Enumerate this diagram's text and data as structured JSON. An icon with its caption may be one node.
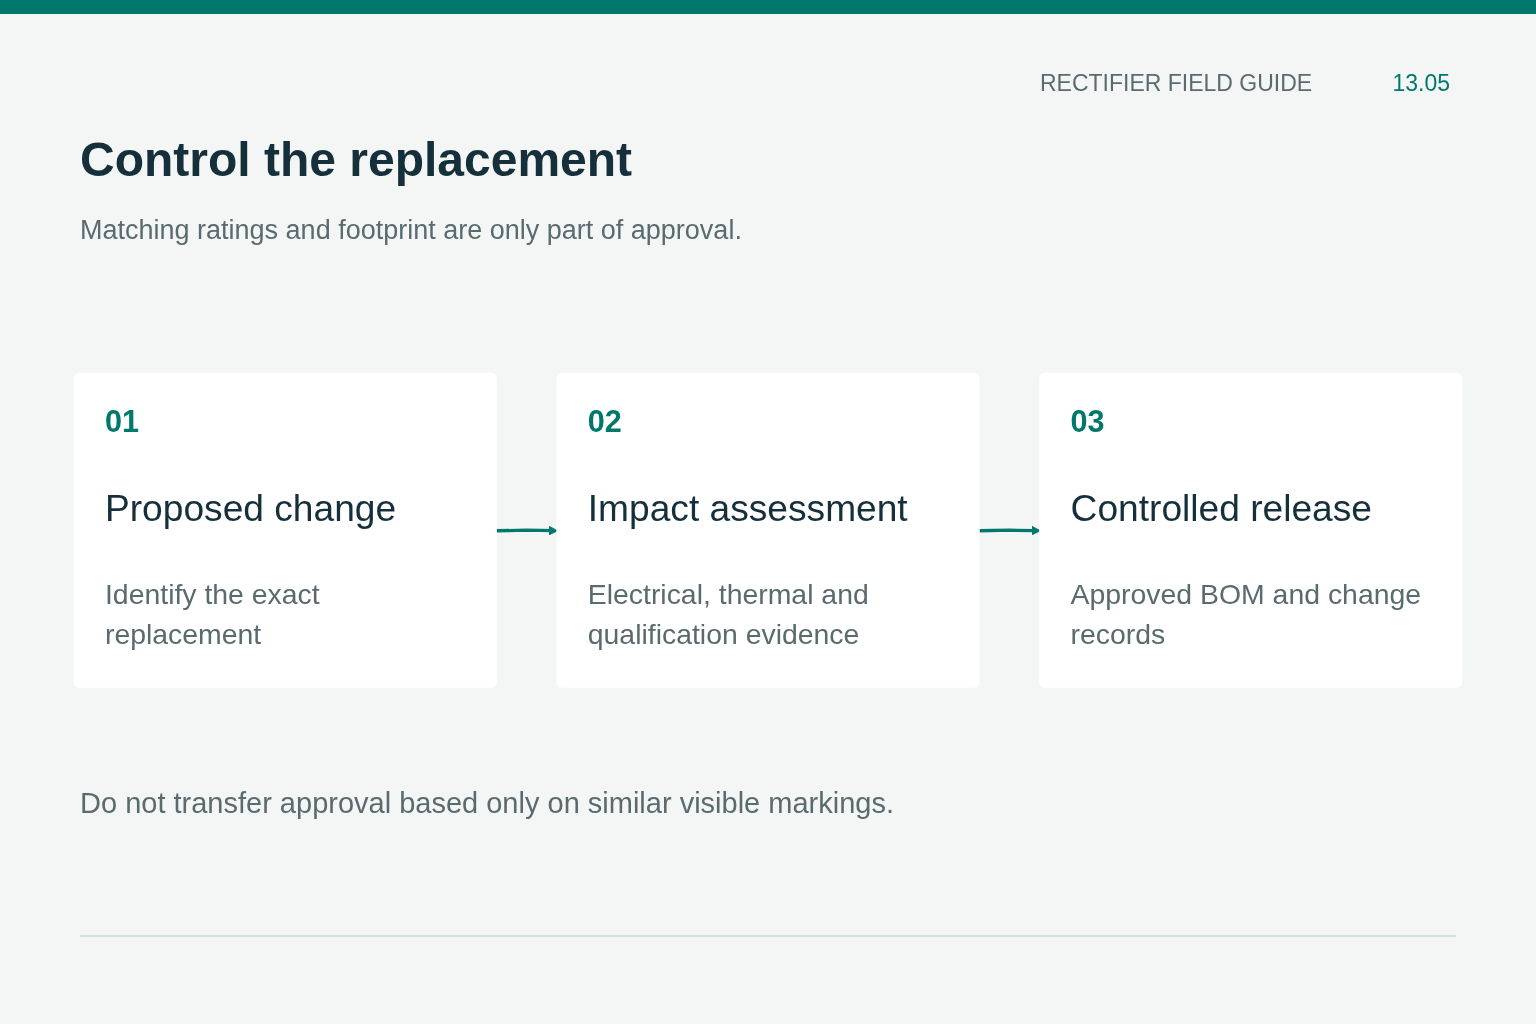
{
  "diagram": {
    "title": "Control the replacement",
    "nodes": [
      {
        "text": [
          "01",
          "Proposed change",
          "Identify the exact replacement"
        ]
      },
      {
        "text": [
          "02",
          "Impact assessment",
          "Electrical, thermal and qualification evidence"
        ]
      },
      {
        "text": [
          "03",
          "Controlled release",
          "Approved BOM and change records"
        ]
      }
    ],
    "edges": [
      {
        "from": 0,
        "to": 1,
        "arrow": "to"
      },
      {
        "from": 1,
        "to": 2,
        "arrow": "to"
      }
    ],
    "labels": [
      "RECTIFIER FIELD GUIDE",
      "13.05",
      "Matching ratings and footprint are only part of approval.",
      "Do not transfer approval based only on similar visible markings."
    ]
  }
}
